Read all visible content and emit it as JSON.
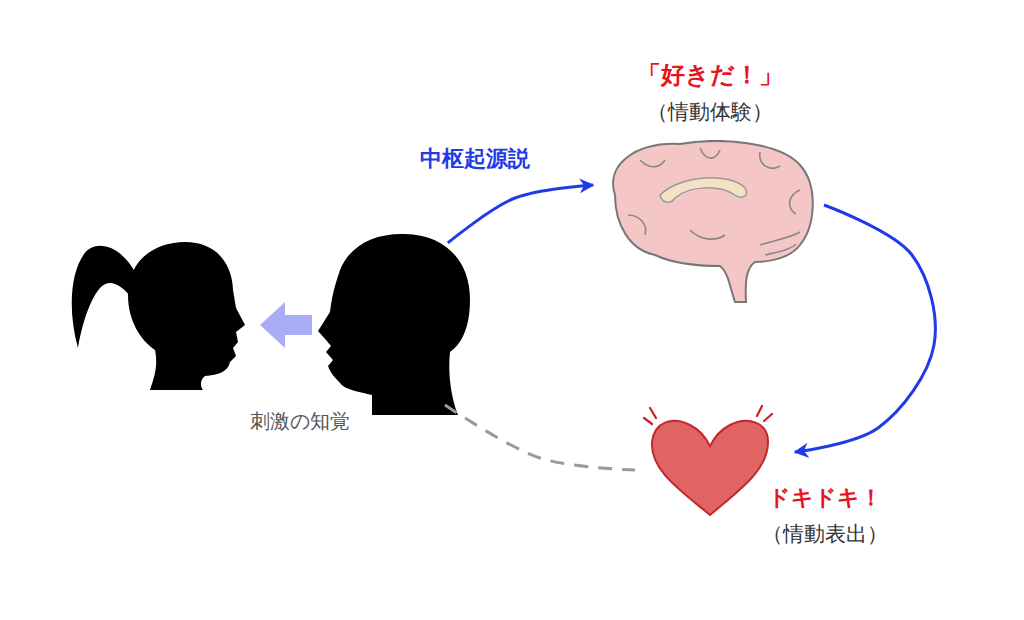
{
  "diagram": {
    "nodes": [
      {
        "text": [
          "刺激の知覚"
        ]
      },
      {
        "text": [
          "「好きだ！」",
          "（情動体験）"
        ]
      },
      {
        "text": [
          "ドキドキ！",
          "（情動表出）"
        ]
      }
    ],
    "edges": [
      {
        "from": 0,
        "to": 1,
        "arrow": "to",
        "label": "中枢起源説"
      },
      {
        "from": 1,
        "to": 2,
        "arrow": "to"
      },
      {
        "from": 0,
        "to": 2,
        "arrow": "none"
      }
    ]
  }
}
